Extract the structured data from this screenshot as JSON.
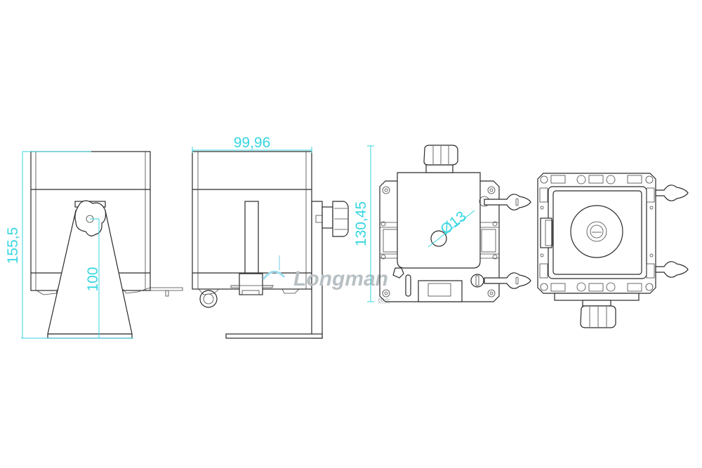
{
  "drawing": {
    "dimensions": {
      "total_height": "155,5",
      "pivot_height": "100",
      "width": "99,96",
      "plate_height": "130,45",
      "hole_diameter": "Ø13"
    },
    "watermark": {
      "brand": "Longman",
      "subtitle": "朗文"
    },
    "colors": {
      "dimension": "#36d6e0",
      "line": "#2a2a2a"
    }
  }
}
